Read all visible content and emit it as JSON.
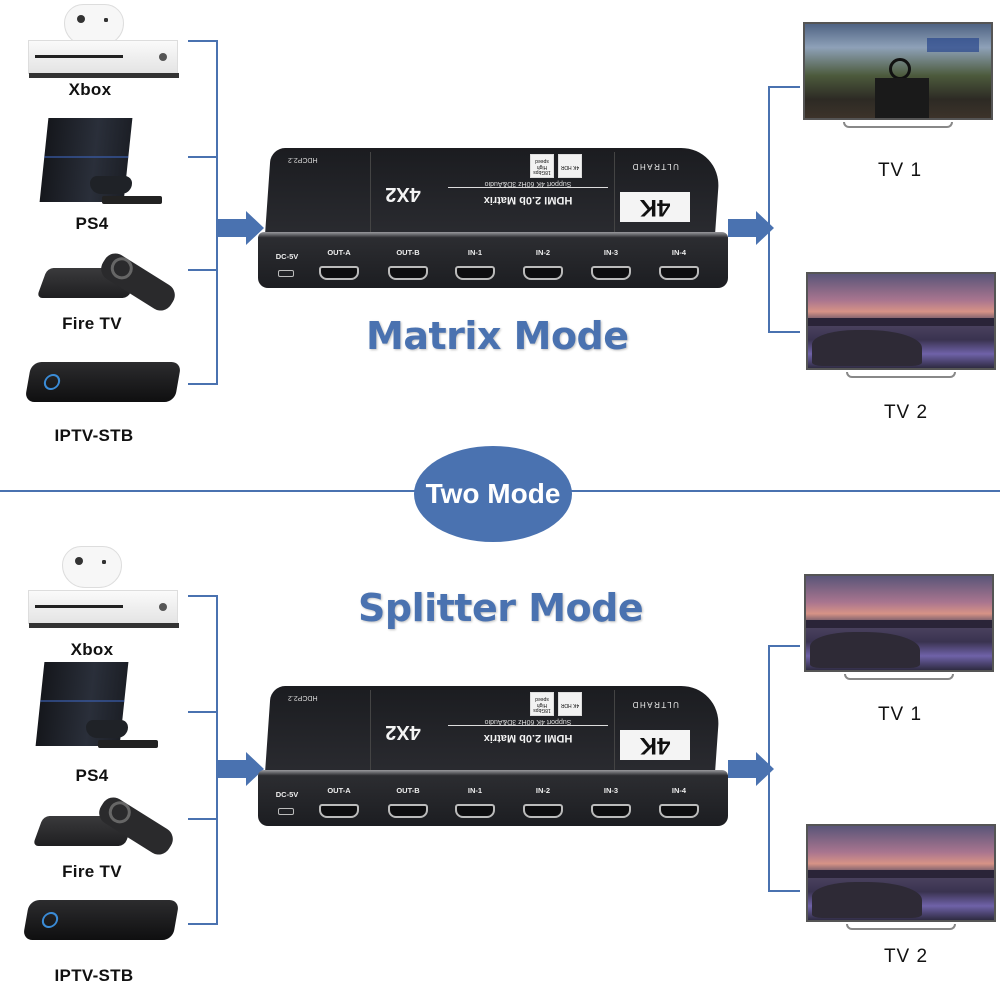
{
  "divider": {
    "badge_label": "Two Mode"
  },
  "matrix_section": {
    "title": "Matrix Mode",
    "sources": [
      {
        "label": "Xbox",
        "icon": "xbox-icon"
      },
      {
        "label": "PS4",
        "icon": "ps4-icon"
      },
      {
        "label": "Fire  TV",
        "icon": "fire-tv-icon"
      },
      {
        "label": "IPTV-STB",
        "icon": "set-top-box-icon"
      }
    ],
    "outputs": [
      {
        "label": "TV  1",
        "screen": "game"
      },
      {
        "label": "TV  2",
        "screen": "landscape"
      }
    ]
  },
  "splitter_section": {
    "title": "Splitter Mode",
    "sources": [
      {
        "label": "Xbox",
        "icon": "xbox-icon"
      },
      {
        "label": "PS4",
        "icon": "ps4-icon"
      },
      {
        "label": "Fire  TV",
        "icon": "fire-tv-icon"
      },
      {
        "label": "IPTV-STB",
        "icon": "set-top-box-icon"
      }
    ],
    "outputs": [
      {
        "label": "TV  1",
        "screen": "landscape"
      },
      {
        "label": "TV  2",
        "screen": "landscape"
      }
    ]
  },
  "device": {
    "brand_sub": "ULTRAHD",
    "brand_logo": "4K",
    "title_main": "HDMI 2.0b Matrix",
    "title_big": "4X2",
    "title_sub": "Support 4K 60Hz 3D&Audio",
    "hdcp": "HDCP2.2",
    "badge_hdr": "4K HDR",
    "badge_speed": "18Gbps High speed",
    "ports": {
      "dc": "DC-5V",
      "out_a": "OUT-A",
      "out_b": "OUT-B",
      "in_1": "IN-1",
      "in_2": "IN-2",
      "in_3": "IN-3",
      "in_4": "IN-4"
    }
  },
  "colors": {
    "accent": "#4a72b0",
    "background": "#ffffff",
    "device_body": "#1c1d21"
  }
}
